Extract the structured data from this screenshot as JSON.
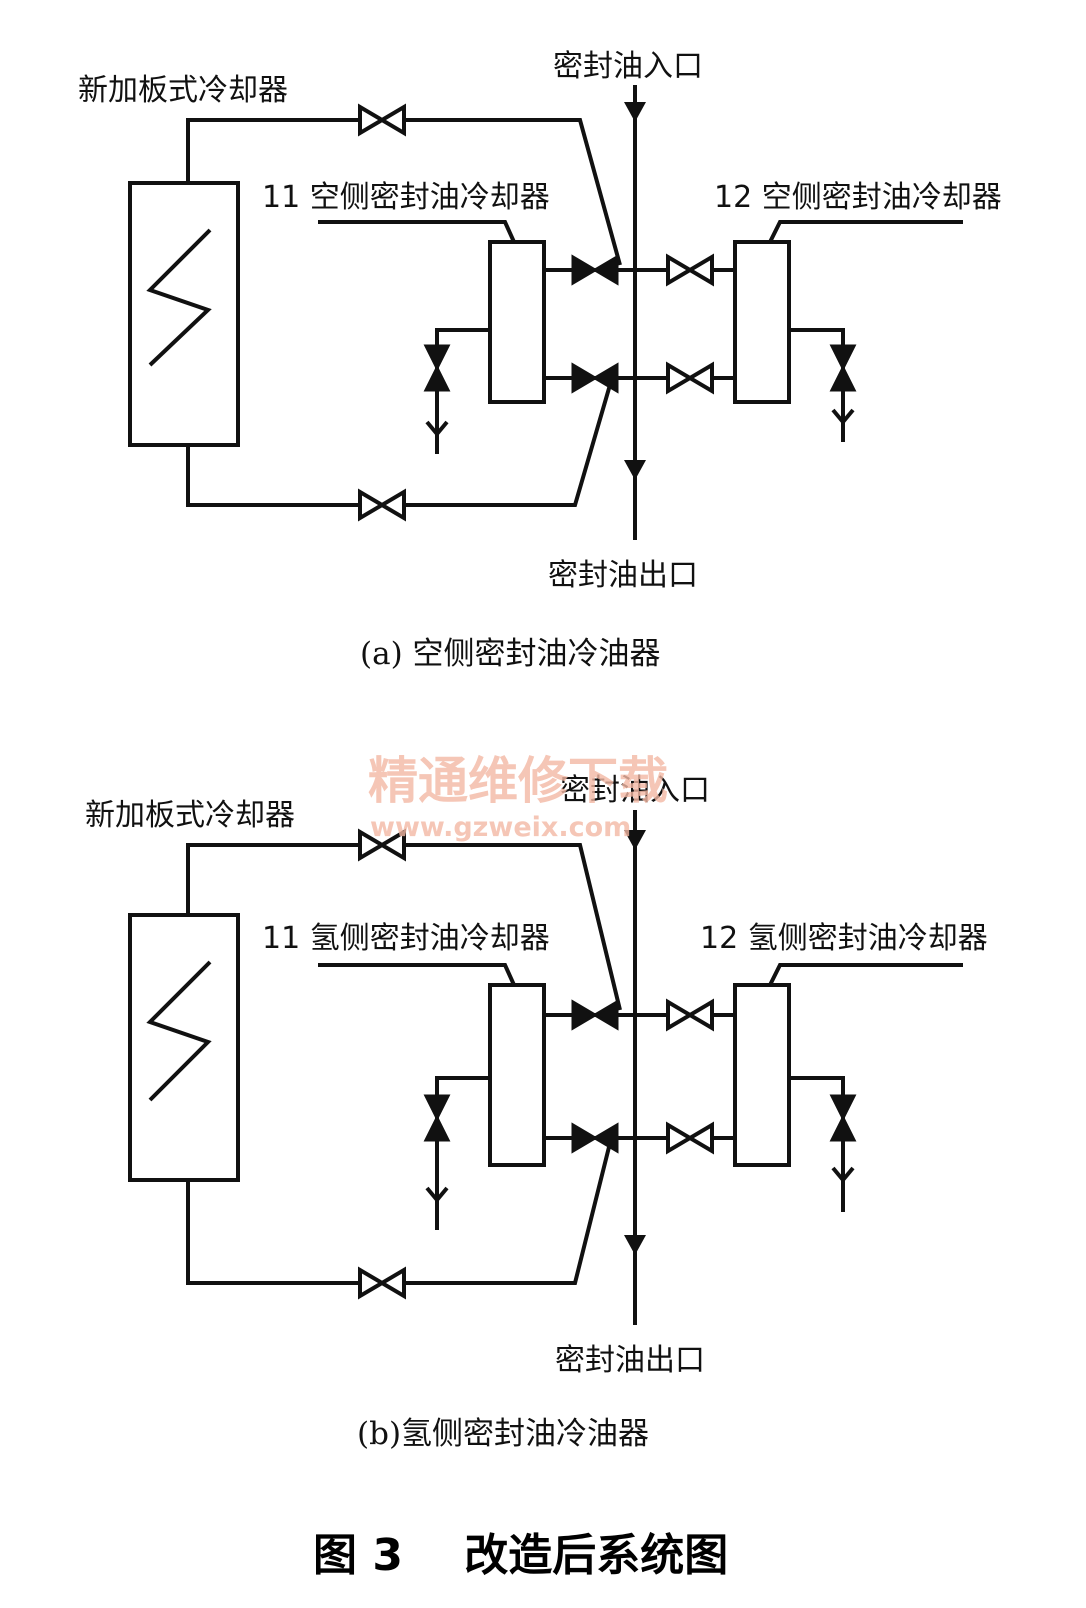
{
  "diagrams": [
    {
      "inlet_label": "密封油入口",
      "outlet_label": "密封油出口",
      "plate_cooler_label": "新加板式冷却器",
      "cooler11_label": "11 空侧密封油冷却器",
      "cooler12_label": "12 空侧密封油冷却器",
      "caption": "(a) 空侧密封油冷油器"
    },
    {
      "inlet_label": "密封油入口",
      "outlet_label": "密封油出口",
      "plate_cooler_label": "新加板式冷却器",
      "cooler11_label": "11 氢侧密封油冷却器",
      "cooler12_label": "12 氢侧密封油冷却器",
      "caption": "(b)氢侧密封油冷油器"
    }
  ],
  "watermark": {
    "text": "精通维修下载",
    "url": "www.gzweix.com"
  },
  "figure_title": "图 3    改造后系统图"
}
